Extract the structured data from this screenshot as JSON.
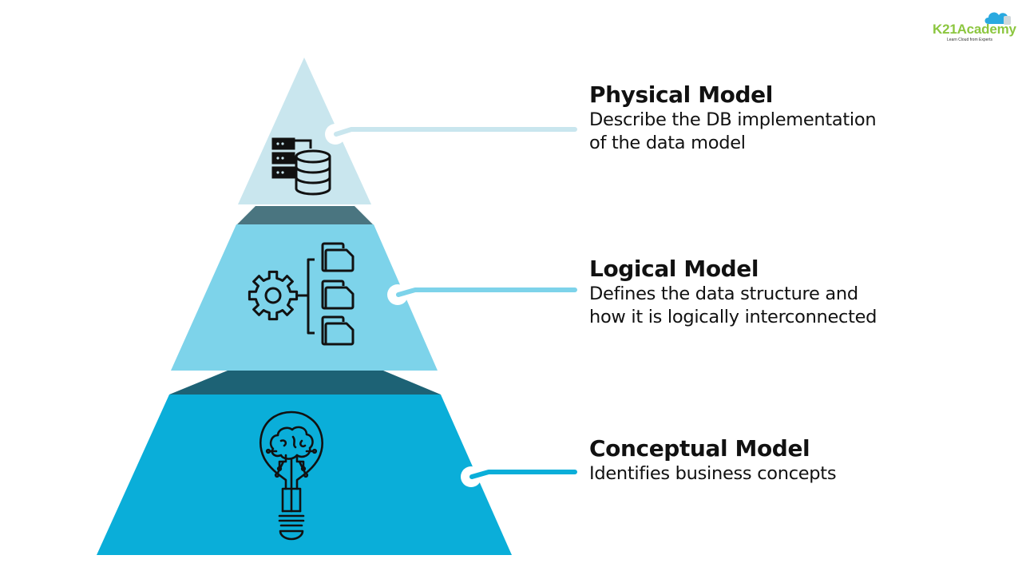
{
  "logo": {
    "brand_prefix": "K21",
    "brand_suffix": "Academy",
    "tagline": "Learn Cloud from Experts",
    "colors": {
      "prefix": "#8cc63f",
      "suffix": "#8cc63f",
      "cloud": "#29a9e0"
    }
  },
  "pyramid": {
    "tiers": [
      {
        "id": "physical",
        "title": "Physical Model",
        "description_lines": [
          "Describe the DB implementation",
          "of the data model"
        ],
        "icon": "database-server-icon",
        "color": "#c9e6ee",
        "shadow_color": "#4a7580"
      },
      {
        "id": "logical",
        "title": "Logical Model",
        "description_lines": [
          "Defines the data structure and",
          "how it is logically interconnected"
        ],
        "icon": "gear-folder-hierarchy-icon",
        "color": "#7dd3ea",
        "shadow_color": "#1d6275"
      },
      {
        "id": "conceptual",
        "title": "Conceptual Model",
        "description_lines": [
          "Identifies business concepts"
        ],
        "icon": "brain-lightbulb-icon",
        "color": "#0aaed9",
        "shadow_color": "#1d6275"
      }
    ]
  }
}
